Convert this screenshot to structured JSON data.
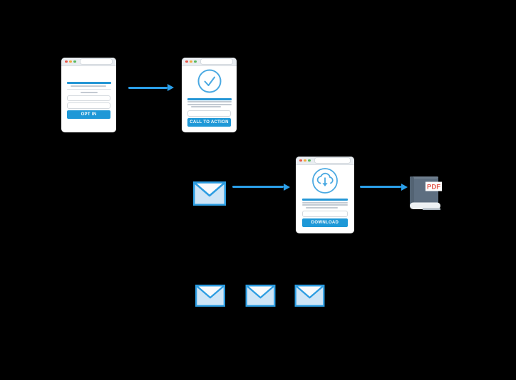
{
  "diagram_name": "email-optin-funnel-flow",
  "colors": {
    "background": "#000000",
    "accent_blue": "#2496d5",
    "arrow_blue": "#2b9fe9",
    "button_blue": "#1e98d7",
    "window_bg": "#ffffff",
    "titlebar_bg": "#e9edf1",
    "dot_red": "#e8564a",
    "dot_yellow": "#f3a93c",
    "dot_green": "#57b85c",
    "envelope_fill": "#cfe5f6",
    "envelope_stroke": "#2c9de2",
    "book_cover": "#5d6e80",
    "pdf_red": "#e2574c"
  },
  "windows": {
    "optin": {
      "button_label": "OPT IN"
    },
    "cta": {
      "button_label": "CALL TO ACTION",
      "icon": "check-circle-icon"
    },
    "download": {
      "button_label": "DOWNLOAD",
      "icon": "cloud-download-icon"
    }
  },
  "book": {
    "label": "PDF"
  },
  "icons": {
    "check_circle": "check-circle-icon",
    "cloud_download": "cloud-download-icon",
    "envelope": "envelope-icon",
    "pdf_book": "pdf-book-icon"
  }
}
